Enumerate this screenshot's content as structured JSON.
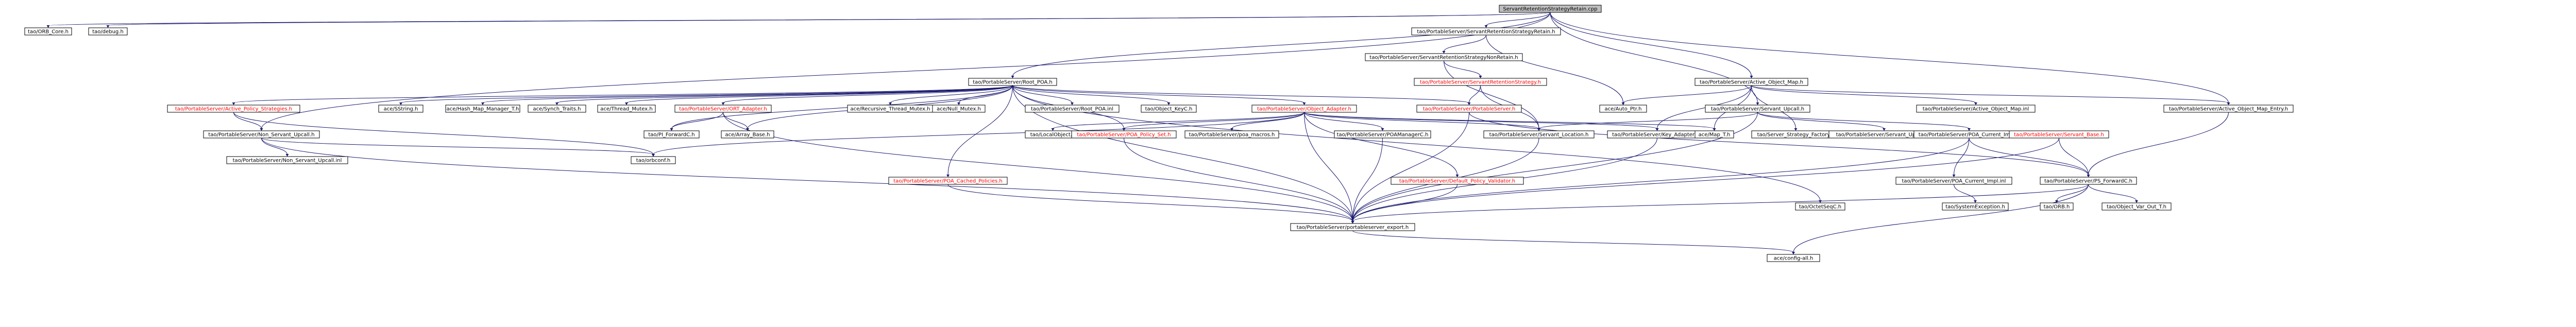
{
  "title": "ServantRetentionStrategyRetain.cpp",
  "nodes": [
    {
      "id": "root",
      "label": "ServantRetentionStrategyRetain.cpp",
      "root": true
    },
    {
      "id": "orb_core",
      "label": "tao/ORB_Core.h"
    },
    {
      "id": "debug",
      "label": "tao/debug.h"
    },
    {
      "id": "ssr",
      "label": "tao/PortableServer/ServantRetentionStrategyRetain.h"
    },
    {
      "id": "ssnr",
      "label": "tao/PortableServer/ServantRetentionStrategyNonRetain.h"
    },
    {
      "id": "sretstrat",
      "label": "tao/PortableServer/ServantRetentionStrategy.h",
      "red": true
    },
    {
      "id": "aom",
      "label": "tao/PortableServer/Active_Object_Map.h"
    },
    {
      "id": "rootpoa",
      "label": "tao/PortableServer/Root_POA.h"
    },
    {
      "id": "autoptr",
      "label": "ace/Auto_Ptr.h"
    },
    {
      "id": "su",
      "label": "tao/PortableServer/Servant_Upcall.h"
    },
    {
      "id": "aominl",
      "label": "tao/PortableServer/Active_Object_Map.inl"
    },
    {
      "id": "aps",
      "label": "tao/PortableServer/Active_Policy_Strategies.h",
      "red": true
    },
    {
      "id": "sstring",
      "label": "ace/SString.h"
    },
    {
      "id": "hmm",
      "label": "ace/Hash_Map_Manager_T.h"
    },
    {
      "id": "synch",
      "label": "ace/Synch_Traits.h"
    },
    {
      "id": "tmutex",
      "label": "ace/Thread_Mutex.h"
    },
    {
      "id": "ortadapter",
      "label": "tao/PortableServer/ORT_Adapter.h",
      "red": true
    },
    {
      "id": "rtmutex",
      "label": "ace/Recursive_Thread_Mutex.h"
    },
    {
      "id": "nullmutex",
      "label": "ace/Null_Mutex.h"
    },
    {
      "id": "rootpoainl",
      "label": "tao/PortableServer/Root_POA.inl"
    },
    {
      "id": "objkey",
      "label": "tao/Object_KeyC.h"
    },
    {
      "id": "oa",
      "label": "tao/PortableServer/Object_Adapter.h",
      "red": true
    },
    {
      "id": "pserver",
      "label": "tao/PortableServer/PortableServer.h",
      "red": true
    },
    {
      "id": "aomentry",
      "label": "tao/PortableServer/Active_Object_Map_Entry.h"
    },
    {
      "id": "nsu",
      "label": "tao/PortableServer/Non_Servant_Upcall.h"
    },
    {
      "id": "pifwd",
      "label": "tao/PI_ForwardC.h"
    },
    {
      "id": "arraybase",
      "label": "ace/Array_Base.h"
    },
    {
      "id": "localobj",
      "label": "tao/LocalObject.h"
    },
    {
      "id": "poapolicyset",
      "label": "tao/PortableServer/POA_Policy_Set.h",
      "red": true
    },
    {
      "id": "psmutex",
      "label": "tao/PortableServer/poa_macros.h"
    },
    {
      "id": "poamgr",
      "label": "tao/PortableServer/POAManagerC.h"
    },
    {
      "id": "sloc",
      "label": "tao/PortableServer/Servant_Location.h"
    },
    {
      "id": "keyadapters",
      "label": "tao/PortableServer/Key_Adapters.h"
    },
    {
      "id": "acemap",
      "label": "ace/Map_T.h"
    },
    {
      "id": "ssfactory",
      "label": "tao/Server_Strategy_Factory.h"
    },
    {
      "id": "suinl",
      "label": "tao/PortableServer/Servant_Upcall.inl"
    },
    {
      "id": "pcimpl",
      "label": "tao/PortableServer/POA_Current_Impl.h"
    },
    {
      "id": "sbase",
      "label": "tao/PortableServer/Servant_Base.h",
      "red": true
    },
    {
      "id": "nsuinl",
      "label": "tao/PortableServer/Non_Servant_Upcall.inl"
    },
    {
      "id": "orbconf",
      "label": "tao/orbconf.h"
    },
    {
      "id": "pcpol",
      "label": "tao/PortableServer/POA_Cached_Policies.h",
      "red": true
    },
    {
      "id": "dpv",
      "label": "tao/PortableServer/Default_Policy_Validator.h",
      "red": true
    },
    {
      "id": "pcimplinl",
      "label": "tao/PortableServer/POA_Current_Impl.inl"
    },
    {
      "id": "psfwd",
      "label": "tao/PortableServer/PS_ForwardC.h"
    },
    {
      "id": "octetseq",
      "label": "tao/OctetSeqC.h"
    },
    {
      "id": "sysexc",
      "label": "tao/SystemException.h"
    },
    {
      "id": "orbh",
      "label": "tao/ORB.h"
    },
    {
      "id": "objvarout",
      "label": "tao/Object_Var_Out_T.h"
    },
    {
      "id": "psexport",
      "label": "tao/PortableServer/portableserver_export.h"
    },
    {
      "id": "config",
      "label": "ace/config-all.h"
    }
  ]
}
